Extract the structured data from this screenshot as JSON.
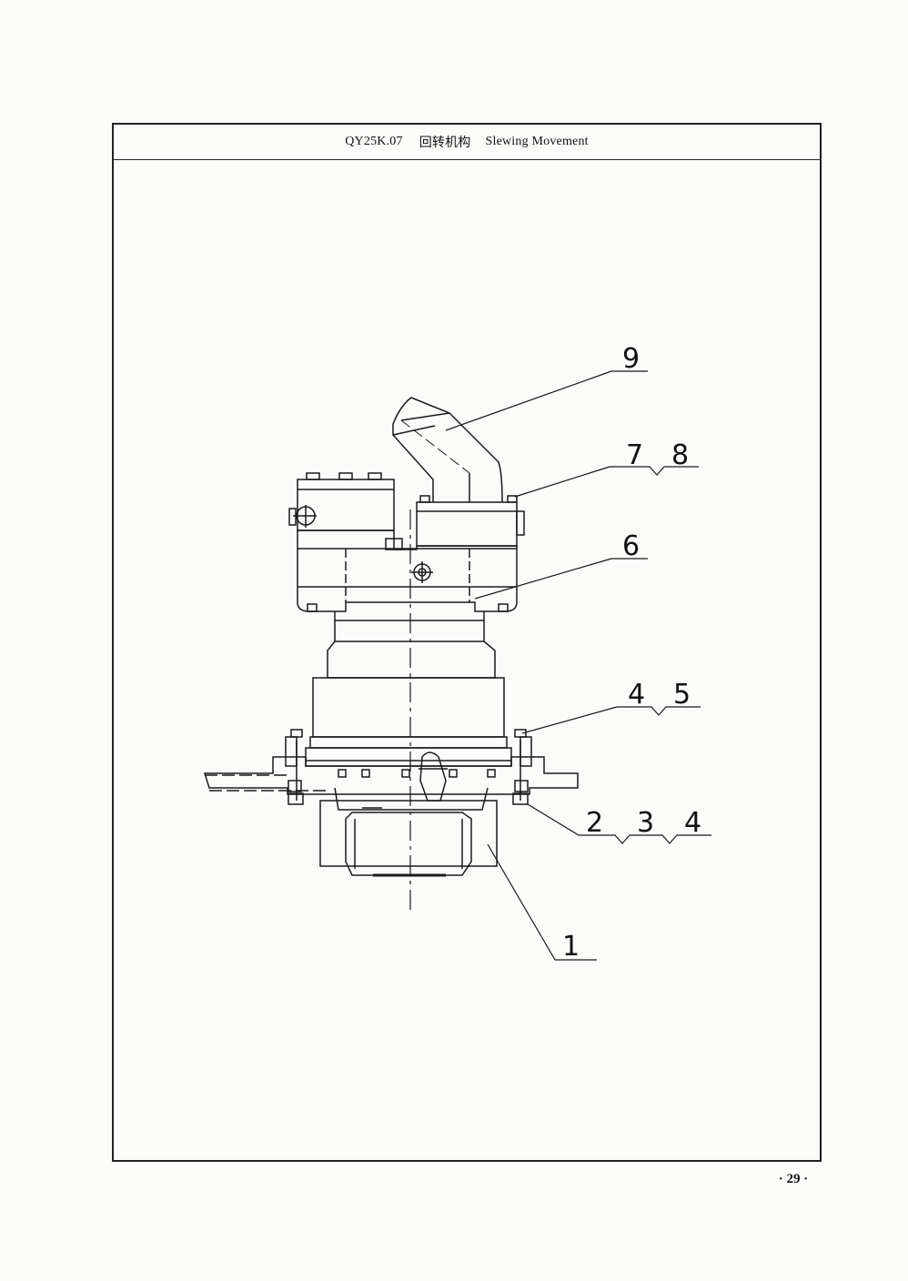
{
  "header": {
    "code": "QY25K.07",
    "title_cn": "回转机构",
    "title_en": "Slewing Movement"
  },
  "callouts": {
    "c9": "9",
    "c7": "7",
    "c8": "8",
    "c6": "6",
    "c4a": "4",
    "c5": "5",
    "c2": "2",
    "c3": "3",
    "c4b": "4",
    "c1": "1"
  },
  "page_number": "· 29 ·"
}
